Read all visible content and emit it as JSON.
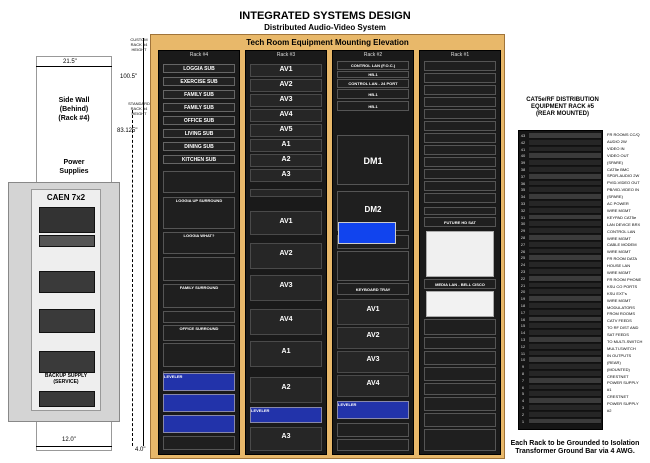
{
  "title": "INTEGRATED SYSTEMS DESIGN",
  "subtitle": "Distributed Audio-Video System",
  "frame_title": "Tech Room Equipment Mounting Elevation",
  "dims": {
    "wall_width": "21.5\"",
    "height1": "100.5\"",
    "height2": "83.125\"",
    "bottom_width": "12.0\"",
    "bottom_offset": "4.0\"",
    "custom_rack_note": "CUSTOM RACK #4 HEIGHT",
    "standard_rack_note": "STANDARD RACK #4 HEIGHT"
  },
  "side_wall": {
    "line1": "Side Wall",
    "line2": "(Behind)",
    "line3": "(Rack #4)"
  },
  "power": {
    "label_line1": "Power",
    "label_line2": "Supplies",
    "device": "CAEN 7x2",
    "backup": "BACKUP SUPPLY (SERVICE)"
  },
  "racks": {
    "rack4": {
      "label": "Rack #4",
      "subs": [
        "LOGGIA SUB",
        "EXERCISE SUB",
        "FAMILY SUB",
        "FAMILY SUB",
        "OFFICE SUB",
        "LIVING SUB",
        "DINING SUB",
        "KITCHEN SUB"
      ],
      "small": [
        "LOGGIA UP SURROUND",
        "LOGGIA WHAT?",
        "FAMILY SURROUND",
        "OFFICE SURROUND"
      ],
      "leveler": "LEVELER"
    },
    "rack3": {
      "label": "Rack #3",
      "amps": [
        "AV1",
        "AV2",
        "AV3",
        "AV4",
        "AV5",
        "A1",
        "A2",
        "A3",
        "AV1",
        "AV2",
        "AV3",
        "AV4",
        "A1",
        "A2",
        "A3"
      ],
      "leveler": "LEVELER"
    },
    "rack2": {
      "label": "Rack #2",
      "top": [
        "CONTROL LAN (F.O.C.)",
        "HB-1",
        "CONTROL LAN - 24 PORT",
        "HB-1",
        "HB-1"
      ],
      "dm": [
        "DM1",
        "DM2"
      ],
      "tray": "KEYBOARD TRAY",
      "amps": [
        "AV1",
        "AV2",
        "AV3",
        "AV4"
      ],
      "leveler": "LEVELER"
    },
    "rack1": {
      "label": "Rack #1",
      "future": "FUTURE HD SAT",
      "media": "MEDIA LAN - BELL CISCO"
    }
  },
  "rack5": {
    "title_line1": "CAT5e/RF DISTRIBUTION",
    "title_line2": "EQUIPMENT RACK #5",
    "title_line3": "(REAR MOUNTED)",
    "numbers": [
      "43",
      "42",
      "41",
      "40",
      "39",
      "38",
      "37",
      "36",
      "35",
      "34",
      "33",
      "32",
      "31",
      "30",
      "29",
      "28",
      "27",
      "26",
      "25",
      "24",
      "23",
      "22",
      "21",
      "20",
      "19",
      "18",
      "17",
      "16",
      "15",
      "14",
      "13",
      "12",
      "11",
      "10",
      "9",
      "8",
      "7",
      "6",
      "5",
      "4",
      "3",
      "2",
      "1"
    ],
    "labels": [
      "FR ROOMS CC/Q",
      "AUDIO 2W",
      "VIDEO IN",
      "VIDEO OUT",
      "(SPARE)",
      "CAT5e BMC",
      "SPDR-AUDIO 2W",
      "PVID-VIDEO OUT",
      "PB/VID-VIDEO IN",
      "(SPARE)",
      "AC POWER",
      "WIRE MGMT",
      "KEYPAD CAT5e",
      "LAN DEVICE BRX",
      "CONTROL LAN",
      "WIRE MGMT",
      "CABLE MODEM",
      "WIRE MGMT",
      "FR ROOM DATA",
      "HOUSE LAN",
      "WIRE MGMT",
      "FR ROOM PHONE",
      "KSU CO PORTS",
      "KSU EXT's",
      "WIRE MGMT",
      "MODULATORS",
      "FROM ROOMS",
      "CATV FEEDS",
      "TO RF DIST AND",
      "SAT FEEDS",
      "TO MULTI-SWITCH",
      "MULTI-SWITCH",
      "IN OUTPUTS",
      "(REAR)",
      "(MOUNTED)",
      "CRESTNET",
      "POWER SUPPLY",
      "#1",
      "CRESTNET",
      "POWER SUPPLY",
      "#2"
    ]
  },
  "note": "Each Rack to be Grounded to Isolation Transformer Ground Bar via 4 AWG."
}
